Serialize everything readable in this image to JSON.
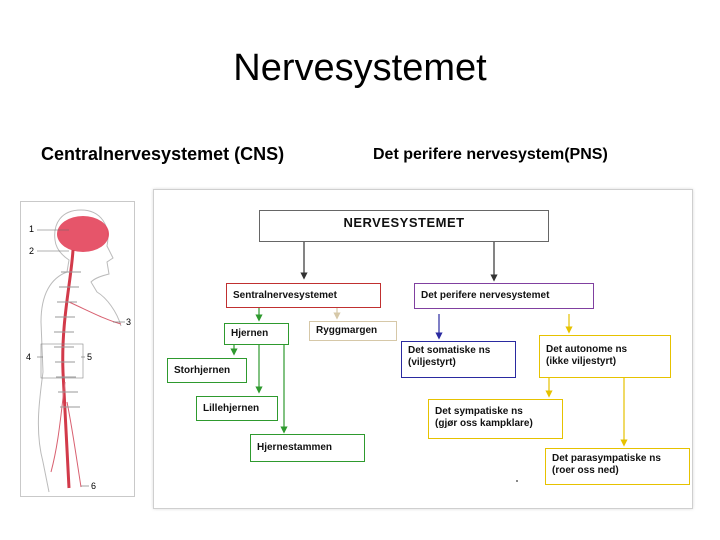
{
  "slide": {
    "title": "Nervesystemet",
    "cns_heading": "Centralnervesystemet (CNS)",
    "pns_heading": "Det perifere nervesystem(PNS)"
  },
  "anatomy": {
    "labels": [
      "1",
      "2",
      "3",
      "4",
      "5",
      "6"
    ]
  },
  "chart": {
    "root": "NERVESYSTEMET",
    "cns": "Sentralnervesystemet",
    "pns": "Det perifere nervesystemet",
    "hjernen": "Hjernen",
    "ryggmargen": "Ryggmargen",
    "storhjernen": "Storhjernen",
    "lillehjernen": "Lillehjernen",
    "hjernestammen": "Hjernestammen",
    "somatiske": {
      "line1": "Det somatiske ns",
      "line2": "(viljestyrt)"
    },
    "autonome": {
      "line1": "Det autonome ns",
      "line2": "(ikke viljestyrt)"
    },
    "sympatiske": {
      "line1": "Det sympatiske ns",
      "line2": "(gjør oss kampklare)"
    },
    "parasympatiske": {
      "line1": "Det parasympatiske ns",
      "line2": "(roer oss ned)"
    }
  },
  "colors": {
    "red": "#c03030",
    "purple": "#8040a0",
    "green": "#2e9a2e",
    "blue": "#2a2aa0",
    "yellow": "#e6c200",
    "tan": "#d6c8a8"
  }
}
